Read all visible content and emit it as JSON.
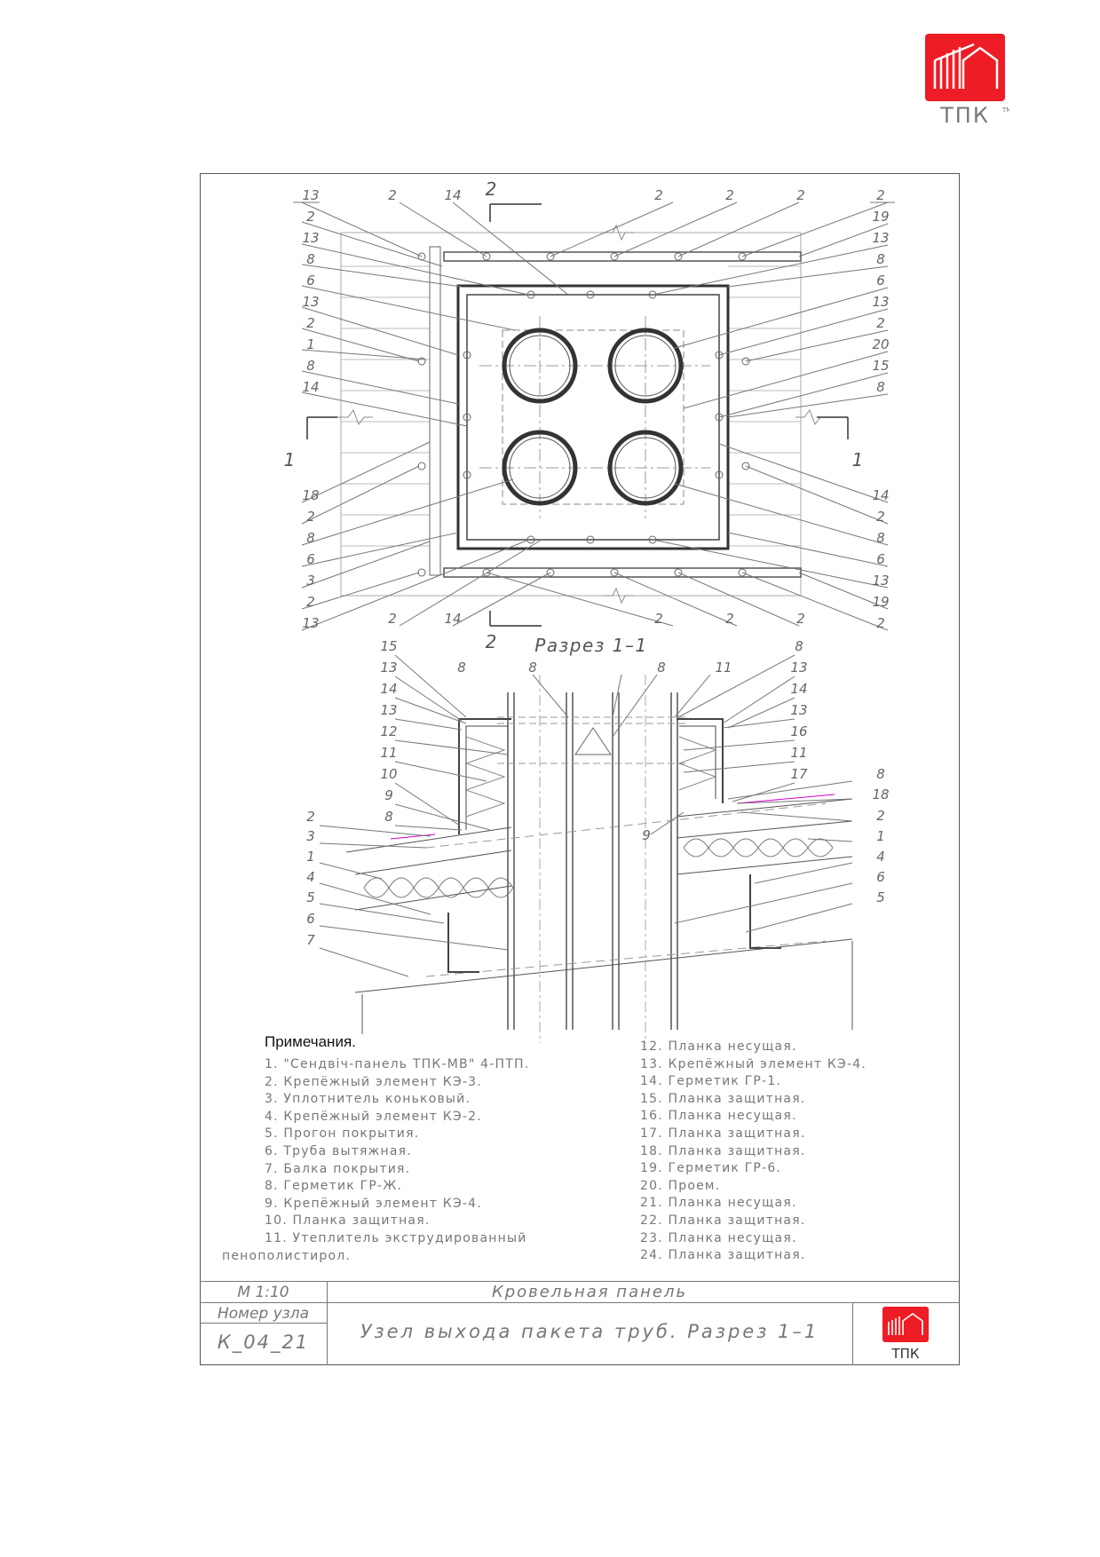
{
  "brand": {
    "name": "ТПК",
    "tm": "TM",
    "accent": "#ee1c24"
  },
  "drawing": {
    "plan_section_marks": {
      "s1": "1",
      "s2": "2"
    },
    "section_title": "Разрез 1–1",
    "plan_callouts_left": [
      "13",
      "2",
      "13",
      "8",
      "6",
      "13",
      "2",
      "1",
      "8",
      "14",
      "18",
      "2",
      "8",
      "6",
      "3",
      "2",
      "13"
    ],
    "plan_callouts_right": [
      "2",
      "19",
      "13",
      "8",
      "6",
      "13",
      "2",
      "20",
      "15",
      "8",
      "14",
      "2",
      "8",
      "6",
      "13",
      "19",
      "2"
    ],
    "plan_callouts_top": [
      "2",
      "14",
      "2",
      "2",
      "2"
    ],
    "plan_callouts_bottom": [
      "2",
      "14",
      "2",
      "2",
      "2"
    ],
    "section_callouts_left": [
      "15",
      "13",
      "14",
      "13",
      "12",
      "11",
      "10",
      "9",
      "8",
      "2",
      "3",
      "1",
      "4",
      "5",
      "6",
      "7"
    ],
    "section_callouts_right": [
      "8",
      "13",
      "14",
      "13",
      "16",
      "11",
      "17",
      "8",
      "18",
      "2",
      "1",
      "4",
      "6",
      "5"
    ],
    "section_callouts_top": [
      "8",
      "8",
      "8",
      "11"
    ],
    "section_callout_mid": "9"
  },
  "notes": {
    "title": "Примечания.",
    "left": [
      "1.   \"Сендвіч-панель ТПК-МВ\" 4-ПТП.",
      "2.   Крепёжный элемент КЭ-3.",
      "3.   Уплотнитель коньковый.",
      "4.   Крепёжный элемент КЭ-2.",
      "5.   Прогон покрытия.",
      "6.   Труба вытяжная.",
      "7.   Балка покрытия.",
      "8.   Герметик ГР-Ж.",
      "9.   Крепёжный элемент КЭ-4.",
      "10. Планка защитная.",
      "11. Утеплитель экструдированный"
    ],
    "left_cont": "пенополистирол.",
    "right": [
      "12. Планка несущая.",
      "13. Крепёжный элемент КЭ-4.",
      "14. Герметик ГР-1.",
      "15. Планка защитная.",
      "16. Планка несущая.",
      "17. Планка защитная.",
      "18. Планка защитная.",
      "19. Герметик ГР-6.",
      "20. Проем.",
      "21. Планка несущая.",
      "22. Планка защитная.",
      "23. Планка несущая.",
      "24. Планка защитная."
    ]
  },
  "stamp": {
    "scale": "М 1:10",
    "node_label": "Номер узла",
    "node_number": "К_04_21",
    "product": "Кровельная панель",
    "title": "Узел выхода пакета труб. Разрез 1–1",
    "brand": "ТПК"
  }
}
